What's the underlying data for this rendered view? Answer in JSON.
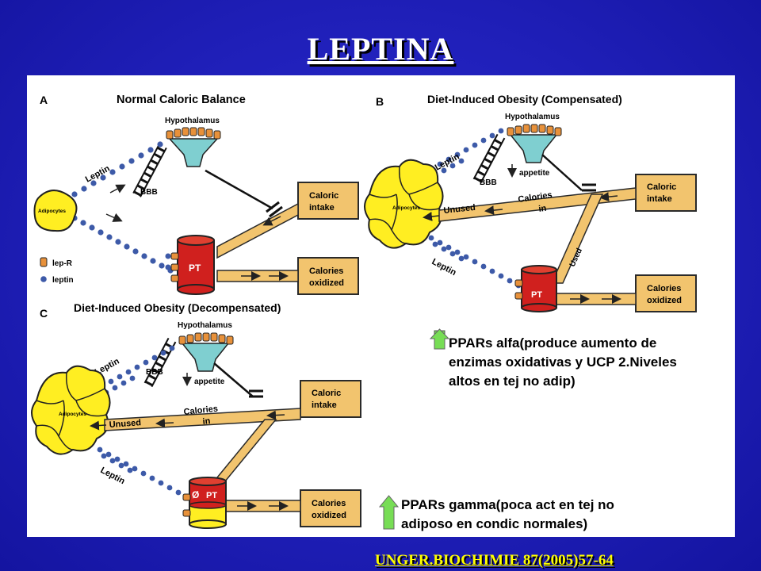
{
  "slide": {
    "title": "LEPTINA",
    "citation": "UNGER.BIOCHIMIE 87(2005)57-64"
  },
  "colors": {
    "background": "#1f1fb8",
    "title": "#ffffff",
    "citation": "#ffff00",
    "box_fill": "#f2c46e",
    "box_stroke": "#2a2a2a",
    "adipocyte": "#ffee22",
    "pt_red": "#d0201e",
    "leptin_dot": "#3d5aa8",
    "up_arrow": "#77dd55"
  },
  "figure": {
    "panel_a": {
      "letter": "A",
      "heading": "Normal Caloric Balance",
      "hypothalamus": "Hypothalamus",
      "leptin": "Leptin",
      "bbb": "BBB",
      "adipocytes": "Adipocytes",
      "caloric_intake_1": "Caloric",
      "caloric_intake_2": "intake",
      "calories_oxidized_1": "Calories",
      "calories_oxidized_2": "oxidized",
      "pt": "PT",
      "legend_lepr": "lep-R",
      "legend_leptin": "leptin"
    },
    "panel_b": {
      "letter": "B",
      "heading": "Diet-Induced Obesity (Compensated)",
      "hypothalamus": "Hypothalamus",
      "leptin_top": "Leptin",
      "leptin_bottom": "Leptin",
      "bbb": "BBB",
      "appetite": "appetite",
      "adipocytes": "Adipocytes",
      "calories_in_1": "Calories",
      "calories_in_2": "in",
      "unused": "Unused",
      "used": "Used",
      "caloric_intake_1": "Caloric",
      "caloric_intake_2": "intake",
      "calories_oxidized_1": "Calories",
      "calories_oxidized_2": "oxidized",
      "pt": "PT"
    },
    "panel_c": {
      "letter": "C",
      "heading": "Diet-Induced Obesity (Decompensated)",
      "hypothalamus": "Hypothalamus",
      "leptin_top": "Leptin",
      "leptin_bottom": "Leptin",
      "bbb": "BBB",
      "appetite": "appetite",
      "adipocytes": "Adipocytes",
      "calories_in_1": "Calories",
      "calories_in_2": "in",
      "unused": "Unused",
      "caloric_intake_1": "Caloric",
      "caloric_intake_2": "intake",
      "calories_oxidized_1": "Calories",
      "calories_oxidized_2": "oxidized",
      "pt": "PT",
      "null_symbol": "Ø"
    }
  },
  "notes": {
    "ppar_alpha": {
      "line1": "PPARs alfa(produce aumento de",
      "line2": "enzimas oxidativas y UCP 2.Niveles",
      "line3": "altos en tej no adip)"
    },
    "ppar_gamma": {
      "line1": "PPARs gamma(poca act en tej no",
      "line2": "adiposo en condic normales)"
    }
  }
}
